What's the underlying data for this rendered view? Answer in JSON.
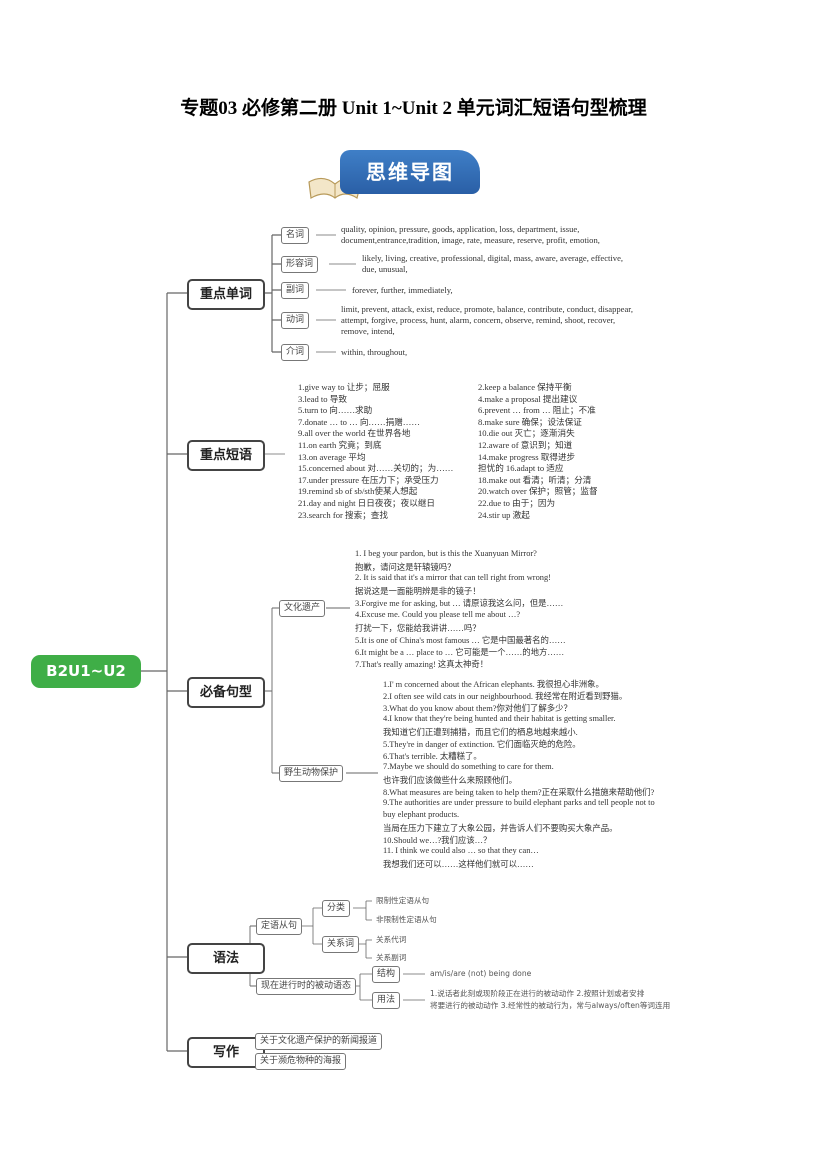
{
  "title": "专题03  必修第二册 Unit 1~Unit 2  单元词汇短语句型梳理",
  "banner": "思维导图",
  "root": "B2U1~U2",
  "words": {
    "label": "重点单词",
    "items": [
      {
        "pos": "名词",
        "lines": [
          "quality, opinion, pressure,  goods, application, loss, department, issue,",
          "document,entrance,tradition, image, rate, measure, reserve, profit, emotion,"
        ]
      },
      {
        "pos": "形容词",
        "lines": [
          "likely, living, creative, professional, digital, mass, aware, average, effective,",
          "due, unusual,"
        ]
      },
      {
        "pos": "副词",
        "lines": [
          "forever, further, immediately,"
        ]
      },
      {
        "pos": "动词",
        "lines": [
          "limit, prevent, attack, exist,  reduce, promote, balance, contribute, conduct, disappear,",
          "attempt, forgive, process, hunt, alarm, concern, observe, remind, shoot, recover,",
          "remove, intend,"
        ]
      },
      {
        "pos": "介词",
        "lines": [
          "within, throughout,"
        ]
      }
    ]
  },
  "phrases": {
    "label": "重点短语",
    "rows": [
      [
        "1.give way to 让步；屈服",
        "2.keep a balance 保持平衡"
      ],
      [
        "3.lead to 导致",
        "4.make a proposal 提出建议"
      ],
      [
        "5.turn to 向……求助",
        "6.prevent … from … 阻止；不准"
      ],
      [
        "7.donate … to … 向……捐赠……",
        "8.make sure 确保；设法保证"
      ],
      [
        "9.all over the world 在世界各地",
        "10.die out 灭亡；逐渐消失"
      ],
      [
        "11.on earth 究竟；到底",
        "12.aware of 意识到；知道"
      ],
      [
        "13.on average 平均",
        "14.make progress 取得进步"
      ],
      [
        "15.concerned about 对……关切的；为……",
        "担忧的          16.adapt to 适应"
      ],
      [
        "17.under pressure 在压力下；承受压力",
        "18.make out 看清；听清；分清"
      ],
      [
        "19.remind sb of sb/sth使某人想起",
        "20.watch over 保护；照管；监督"
      ],
      [
        "21.day and night 日日夜夜；夜以继日",
        "22.due to 由于；因为"
      ],
      [
        "23.search for 搜索；查找",
        "24.stir up 激起"
      ]
    ]
  },
  "sentences": {
    "label": "必备句型",
    "culture": {
      "label": "文化遗产",
      "lines": [
        "1. I beg your pardon, but is this the Xuanyuan Mirror?",
        "抱歉，请问这是轩辕镜吗？",
        "2. It is said that it's a mirror that can tell right from wrong!",
        "据说这是一面能明辨是非的镜子！",
        "3.Forgive me for asking, but … 请原谅我这么问，但是……",
        "4.Excuse me. Could you please tell me about …?",
        "打扰一下，您能给我讲讲……吗？",
        "5.It is one of China's most famous … 它是中国最著名的……",
        "6.It might be a … place to … 它可能是一个……的地方……",
        "7.That's really amazing! 这真太神奇！"
      ]
    },
    "wildlife": {
      "label": "野生动物保护",
      "lines": [
        "1.I' m concerned about the African elephants. 我很担心非洲象。",
        "2.I often see wild cats in our neighbourhood. 我经常在附近看到野猫。",
        "3.What do you know about them?你对他们了解多少？",
        "4.I know that they're being hunted and their habitat is getting smaller.",
        "我知道它们正遭到捕猎，而且它们的栖息地越来越小.",
        "5.They're in danger of extinction. 它们面临灭绝的危险。",
        "6.That's terrible. 太糟糕了。",
        "7.Maybe we should do something to care for them.",
        "也许我们应该做些什么来照顾他们。",
        "8.What measures are being taken to help them?正在采取什么措施来帮助他们?",
        "9.The authorities are under pressure to build elephant parks and tell people not to",
        "buy elephant products.",
        "当局在压力下建立了大象公园，并告诉人们不要购买大象产品。",
        "10.Should we…?我们应该…？",
        "11. I think we could also … so that they can…",
        "我想我们还可以……这样他们就可以……"
      ]
    }
  },
  "grammar": {
    "label": "语法",
    "attributive": "定语从句",
    "classification": "分类",
    "restrictive": "限制性定语从句",
    "nonrestrictive": "非限制性定语从句",
    "relatives": "关系词",
    "rel_pronoun": "关系代词",
    "rel_adverb": "关系副词",
    "passive": "现在进行时的被动语态",
    "structure": "结构",
    "structure_text": "am/is/are (not) being done",
    "usage": "用法",
    "usage_lines": [
      "1.说话者此刻或现阶段正在进行的被动动作 2.按照计划或者安排",
      "将要进行的被动动作 3.经常性的被动行为，常与always/often等词连用"
    ]
  },
  "writing": {
    "label": "写作",
    "items": [
      "关于文化遗产保护的新闻报道",
      "关于濒危物种的海报"
    ]
  }
}
